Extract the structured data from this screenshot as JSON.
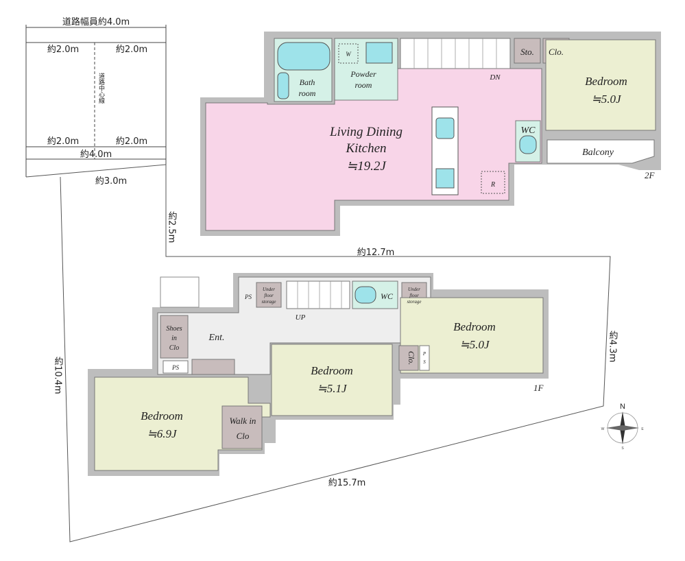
{
  "road": {
    "width_label": "道路幅員約4.0m",
    "half_left_top": "約2.0m",
    "half_right_top": "約2.0m",
    "half_left_bottom": "約2.0m",
    "half_right_bottom": "約2.0m",
    "width_bottom": "約4.0m",
    "centerline": "道路中心線"
  },
  "site_dims": {
    "top": "約3.0m",
    "left_upper": "約2.5m",
    "middle": "約12.7m",
    "right": "約4.3m",
    "left": "約10.4m",
    "bottom": "約15.7m"
  },
  "floor2": {
    "label": "2F",
    "ldk_line1": "Living Dining",
    "ldk_line2": "Kitchen",
    "ldk_size": "≒19.2J",
    "bath_line1": "Bath",
    "bath_line2": "room",
    "powder_line1": "Powder",
    "powder_line2": "room",
    "w": "W",
    "sto": "Sto.",
    "clo": "Clo.",
    "bedroom": "Bedroom",
    "bedroom_size": "≒5.0J",
    "wc": "WC",
    "balcony": "Balcony",
    "dn": "DN",
    "r": "R"
  },
  "floor1": {
    "label": "1F",
    "ps1": "PS",
    "ps2": "PS",
    "ps3_p": "P",
    "ps3_s": "S",
    "ufs1_line1": "Under",
    "ufs1_line2": "floor",
    "ufs1_line3": "storage",
    "ufs2_line1": "Under",
    "ufs2_line2": "floor",
    "ufs2_line3": "storage",
    "up": "UP",
    "wc": "WC",
    "shoes_line1": "Shoes",
    "shoes_line2": "in",
    "shoes_line3": "Clo",
    "ent": "Ent.",
    "bed_a": "Bedroom",
    "bed_a_size": "≒5.0J",
    "bed_b": "Bedroom",
    "bed_b_size": "≒5.1J",
    "bed_c": "Bedroom",
    "bed_c_size": "≒6.9J",
    "clo": "Clo.",
    "walkin_line1": "Walk in",
    "walkin_line2": "Clo"
  },
  "compass": {
    "n": "N",
    "e": "E",
    "w": "W",
    "s": "S"
  },
  "colors": {
    "ldk": "#f8d5e8",
    "bedroom": "#ecefd2",
    "wet": "#d5f1e7",
    "storage": "#c8bcbc",
    "hall": "#eeeeee",
    "bath_fixture": "#9ee3ea"
  }
}
